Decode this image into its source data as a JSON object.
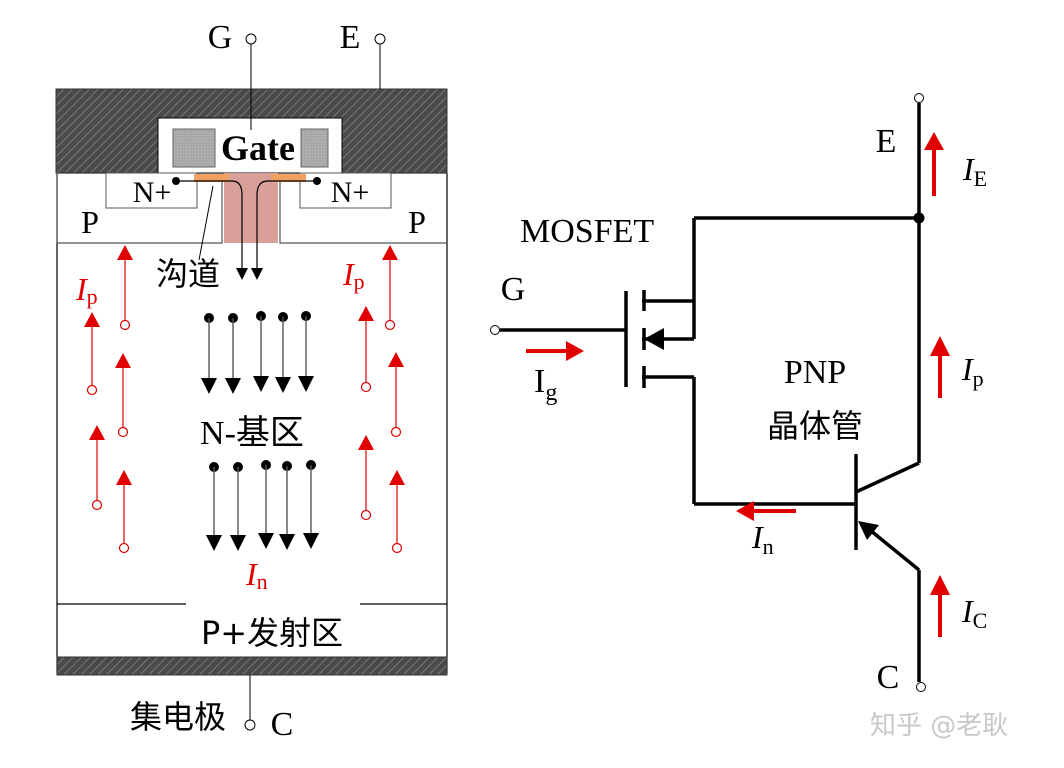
{
  "cross_section": {
    "terminal_g": "G",
    "terminal_e": "E",
    "gate_label": "Gate",
    "n_plus_left": "N+",
    "n_plus_right": "N+",
    "p_left": "P",
    "p_right": "P",
    "channel_label": "沟道",
    "ip_left": {
      "main": "I",
      "sub": "p"
    },
    "ip_right": {
      "main": "I",
      "sub": "p"
    },
    "drift_label": "N-基区",
    "in_label": {
      "main": "I",
      "sub": "n"
    },
    "emitter_region_label": "P+发射区",
    "collector_label": "集电极",
    "terminal_c": "C"
  },
  "circuit": {
    "terminal_e": "E",
    "ie": {
      "main": "I",
      "sub": "E"
    },
    "mosfet_label": "MOSFET",
    "terminal_g": "G",
    "ig": {
      "main": "I",
      "sub": "g"
    },
    "pnp_label": "PNP",
    "pnp_cn_label": "晶体管",
    "ip": {
      "main": "I",
      "sub": "p"
    },
    "in": {
      "main": "I",
      "sub": "n"
    },
    "ic": {
      "main": "I",
      "sub": "C"
    },
    "terminal_c": "C"
  },
  "watermark": "知乎 @老耿",
  "colors": {
    "current_arrow": "#e00000",
    "channel": "#d9a09a",
    "contact": "#f0a060",
    "metal_hatch": "#555555",
    "gate_poly": "#aaaaaa"
  }
}
